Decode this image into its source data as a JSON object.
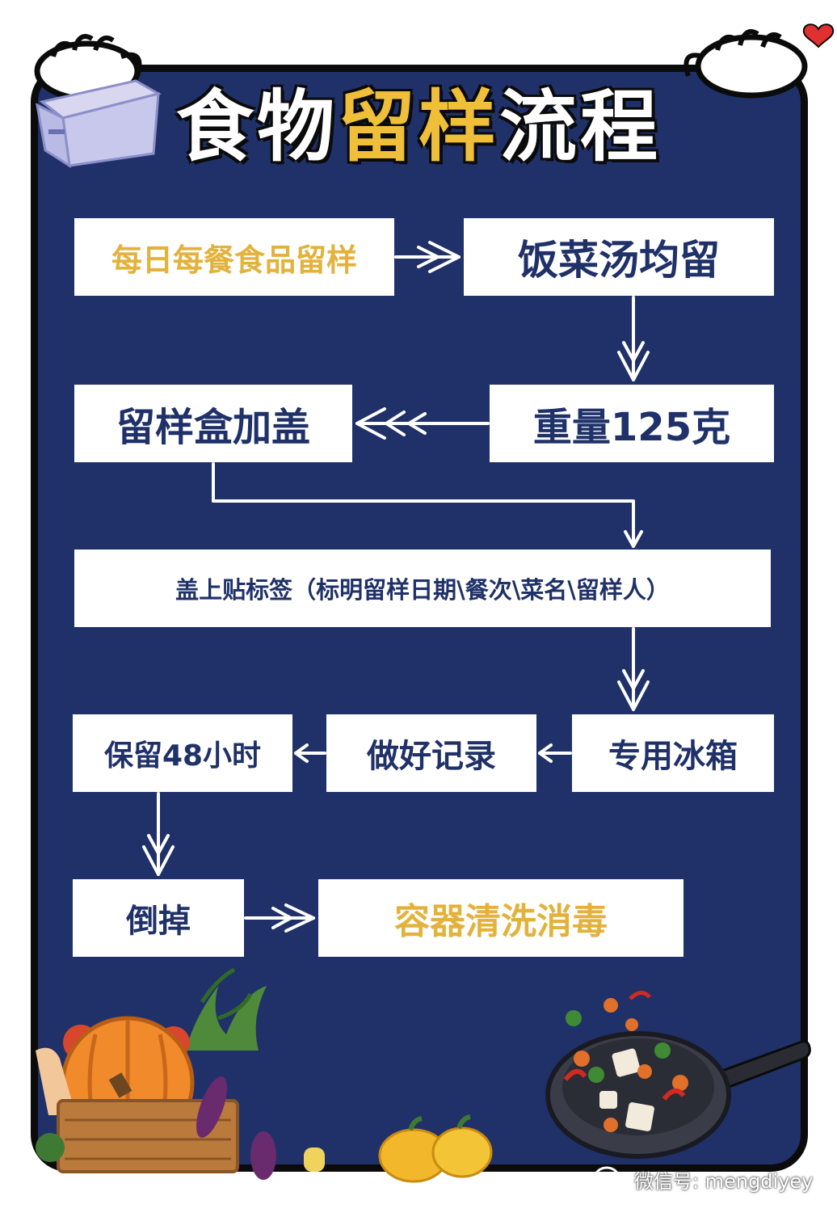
{
  "title": {
    "part1": "食物",
    "part2": "留样",
    "part3": "流程"
  },
  "steps": {
    "s1": "每日每餐食品留样",
    "s2": "饭菜汤均留",
    "s3": "重量125克",
    "s4": "留样盒加盖",
    "s5": "盖上贴标签（标明留样日期\\餐次\\菜名\\留样人）",
    "s6": "专用冰箱",
    "s7": "做好记录",
    "s8": "保留48小时",
    "s9": "倒掉",
    "s10": "容器清洗消毒"
  },
  "watermark": "微信号: mengdiyey",
  "colors": {
    "background": "#1f3168",
    "accent_gold": "#f0bf3a",
    "box_text": "#1f3168",
    "frame": "#0b0b0b"
  }
}
